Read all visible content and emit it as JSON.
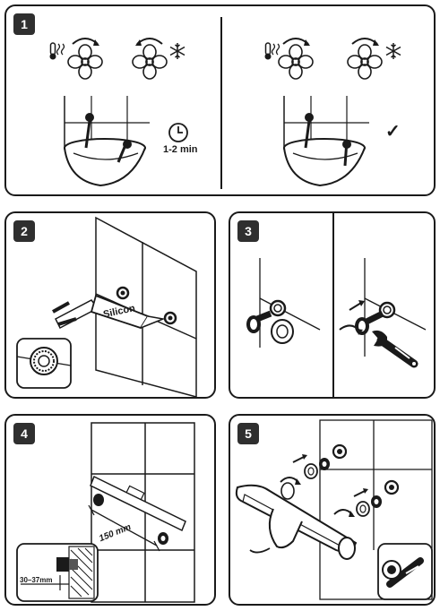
{
  "steps": [
    {
      "number": "1"
    },
    {
      "number": "2"
    },
    {
      "number": "3"
    },
    {
      "number": "4"
    },
    {
      "number": "5"
    }
  ],
  "labels": {
    "time": "1-2 min",
    "check": "✓",
    "silicon": "Silicon",
    "spacing": "150 mm",
    "depth": "30–37mm"
  },
  "icons": {
    "heat": "heat-icon",
    "cold": "snowflake-icon",
    "fan": "fan-icon",
    "clock": "clock-icon",
    "rotate": "rotate-arrow-icon",
    "wrench": "wrench-icon"
  },
  "colors": {
    "ink": "#1a1a1a",
    "badge": "#2f2f2f",
    "background": "#ffffff"
  }
}
